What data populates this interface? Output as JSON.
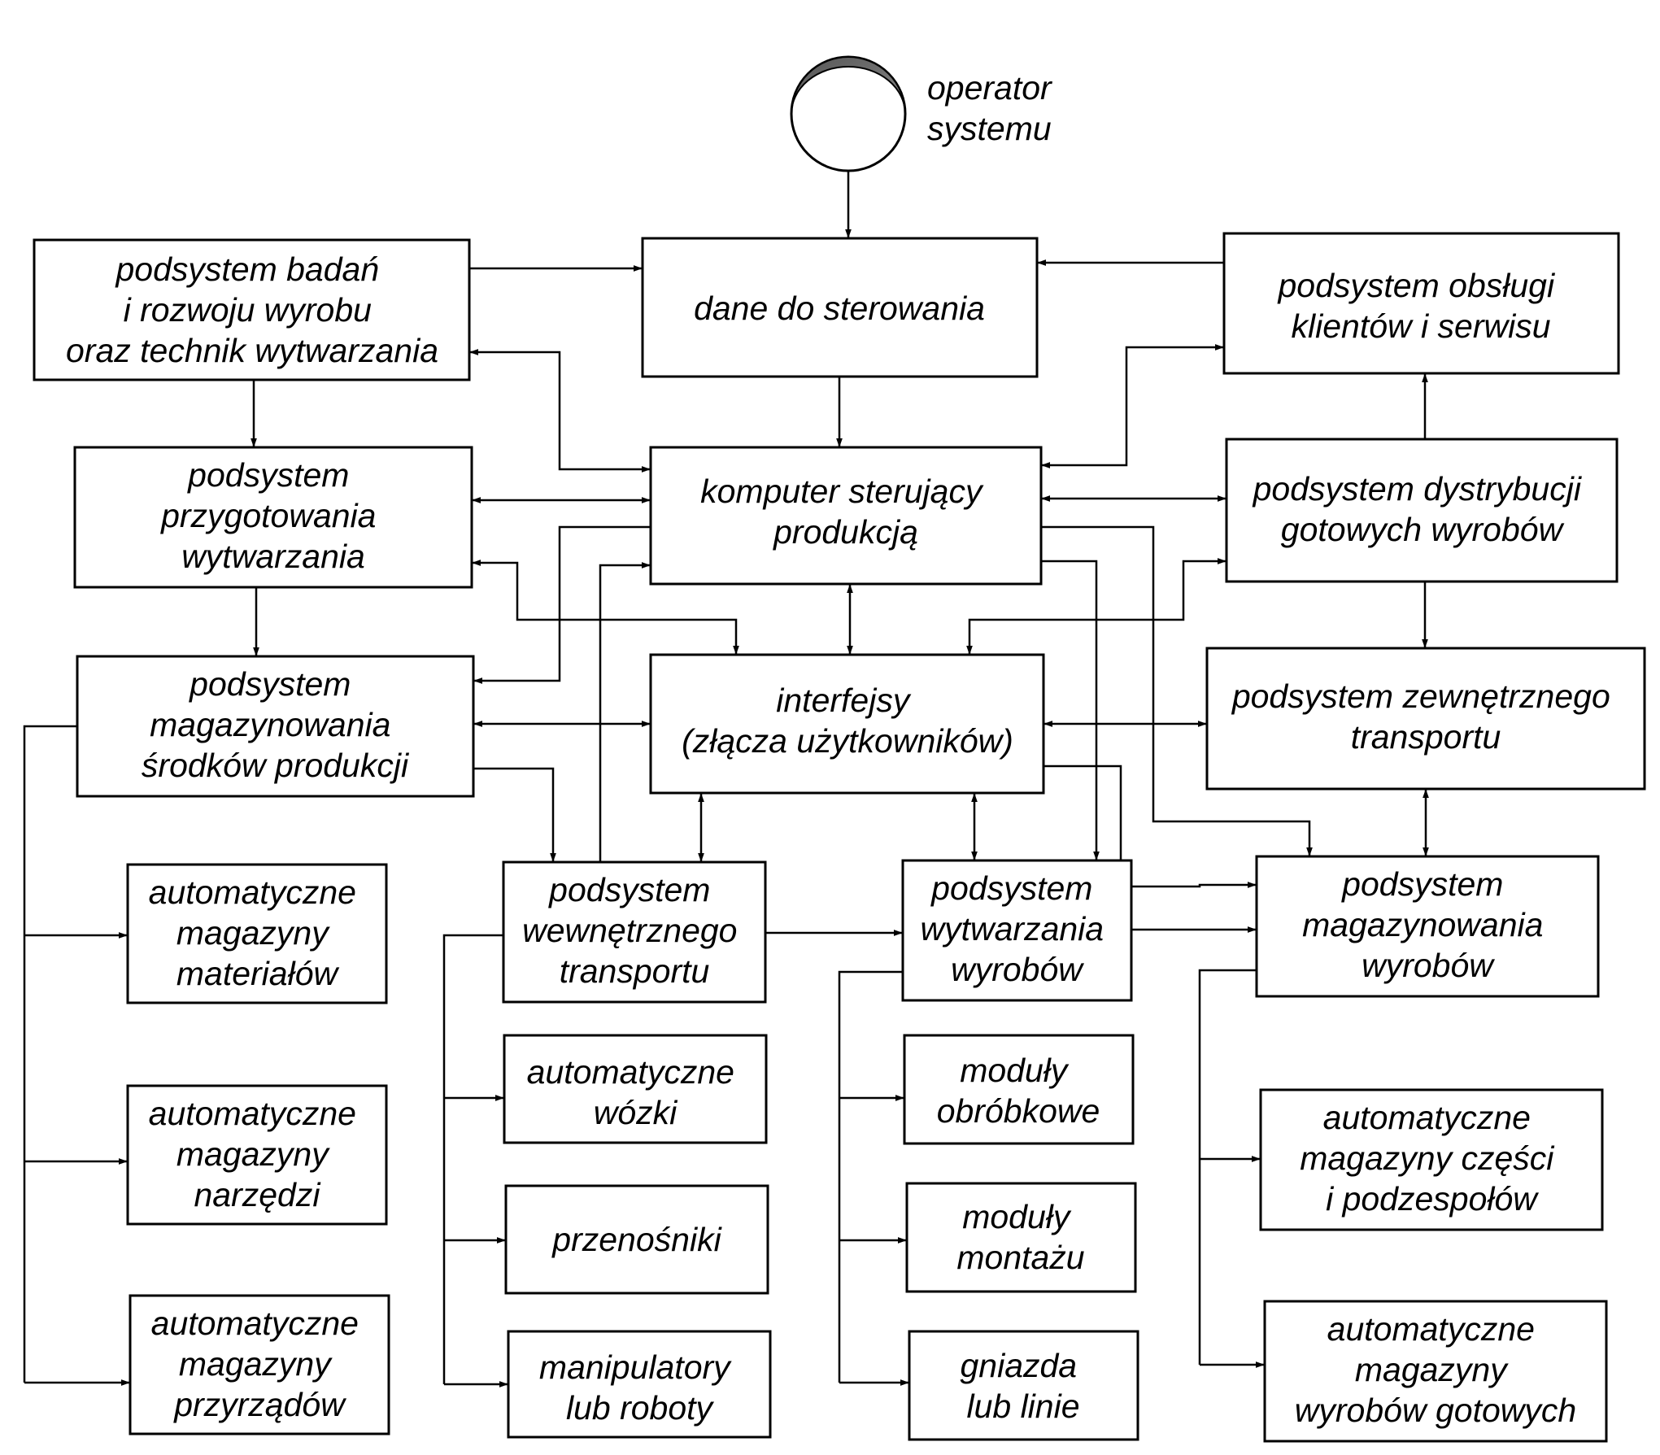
{
  "operator": {
    "lines": [
      "operator",
      "systemu"
    ],
    "icon": "operator-head-icon"
  },
  "boxes": {
    "badan": {
      "lines": [
        "podsystem badań",
        "i rozwoju wyrobu",
        "oraz technik wytwarzania"
      ]
    },
    "dane": {
      "lines": [
        "dane do sterowania"
      ]
    },
    "obslugi": {
      "lines": [
        "podsystem obsługi",
        "klientów i serwisu"
      ]
    },
    "przygotowania": {
      "lines": [
        "podsystem",
        "przygotowania",
        "wytwarzania"
      ]
    },
    "komputer": {
      "lines": [
        "komputer sterujący",
        "produkcją"
      ]
    },
    "dystrybucji": {
      "lines": [
        "podsystem dystrybucji",
        "gotowych wyrobów"
      ]
    },
    "magazyn_srodkow": {
      "lines": [
        "podsystem",
        "magazynowania",
        "środków produkcji"
      ]
    },
    "interfejsy": {
      "lines": [
        "interfejsy",
        "(złącza użytkowników)"
      ]
    },
    "zewn_transport": {
      "lines": [
        "podsystem zewnętrznego",
        "transportu"
      ]
    },
    "wewn_transport": {
      "lines": [
        "podsystem",
        "wewnętrznego",
        "transportu"
      ]
    },
    "wytwarzania": {
      "lines": [
        "podsystem",
        "wytwarzania",
        "wyrobów"
      ]
    },
    "magazyn_wyrobow": {
      "lines": [
        "podsystem",
        "magazynowania",
        "wyrobów"
      ]
    },
    "mag_materialow": {
      "lines": [
        "automatyczne",
        "magazyny",
        "materiałów"
      ]
    },
    "mag_narzedzi": {
      "lines": [
        "automatyczne",
        "magazyny",
        "narzędzi"
      ]
    },
    "mag_przyrzadow": {
      "lines": [
        "automatyczne",
        "magazyny",
        "przyrządów"
      ]
    },
    "wozki": {
      "lines": [
        "automatyczne",
        "wózki"
      ]
    },
    "przenosniki": {
      "lines": [
        "przenośniki"
      ]
    },
    "manipulatory": {
      "lines": [
        "manipulatory",
        "lub roboty"
      ]
    },
    "moduly_obrobkowe": {
      "lines": [
        "moduły",
        "obróbkowe"
      ]
    },
    "moduly_montazu": {
      "lines": [
        "moduły",
        "montażu"
      ]
    },
    "gniazda": {
      "lines": [
        "gniazda",
        "lub linie"
      ]
    },
    "mag_czesci": {
      "lines": [
        "automatyczne",
        "magazyny części",
        "i podzespołów"
      ]
    },
    "mag_gotowych": {
      "lines": [
        "automatyczne",
        "magazyny",
        "wyrobów gotowych"
      ]
    }
  }
}
